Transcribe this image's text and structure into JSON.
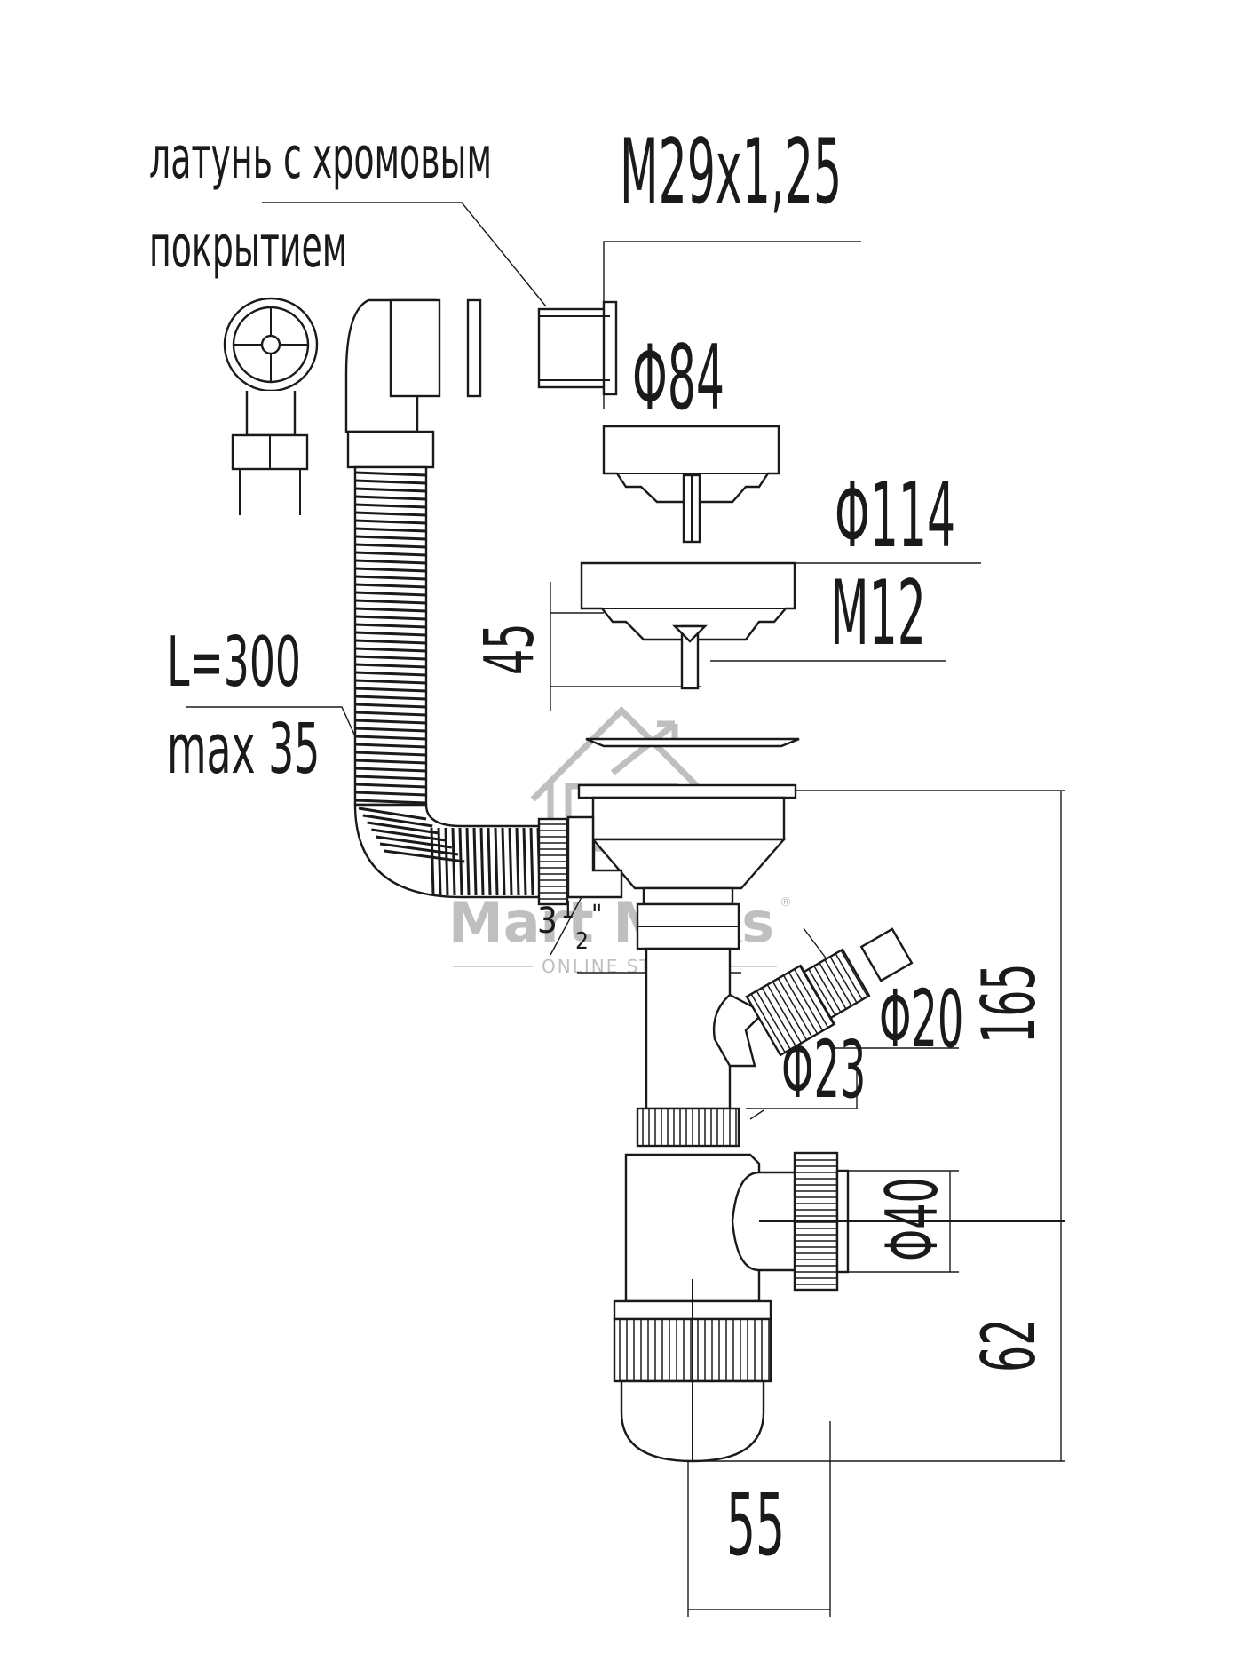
{
  "labels": {
    "material_line1": "латунь с хромовым",
    "material_line2": "покрытием",
    "thread_m29": "M29x1,25",
    "dia_84": "Φ84",
    "dia_114": "Φ114",
    "thread_m12": "M12",
    "dim_45": "45",
    "hose_length": "L=300",
    "hose_max": "max 35",
    "thread_35_a": "3",
    "thread_35_b": "1",
    "thread_35_c": "2",
    "thread_35_quote": "\"",
    "dia_20": "Φ20",
    "dia_23": "Φ23",
    "dim_165": "165",
    "dia_40": "Φ40",
    "dim_62": "62",
    "dim_55": "55"
  },
  "watermark": {
    "brand": "Mart Maks",
    "registered": "®",
    "tagline": "ONLINE STORE"
  },
  "colors": {
    "ink": "#1a1a1a",
    "watermark": "#8c8c8c",
    "background": "#ffffff"
  }
}
